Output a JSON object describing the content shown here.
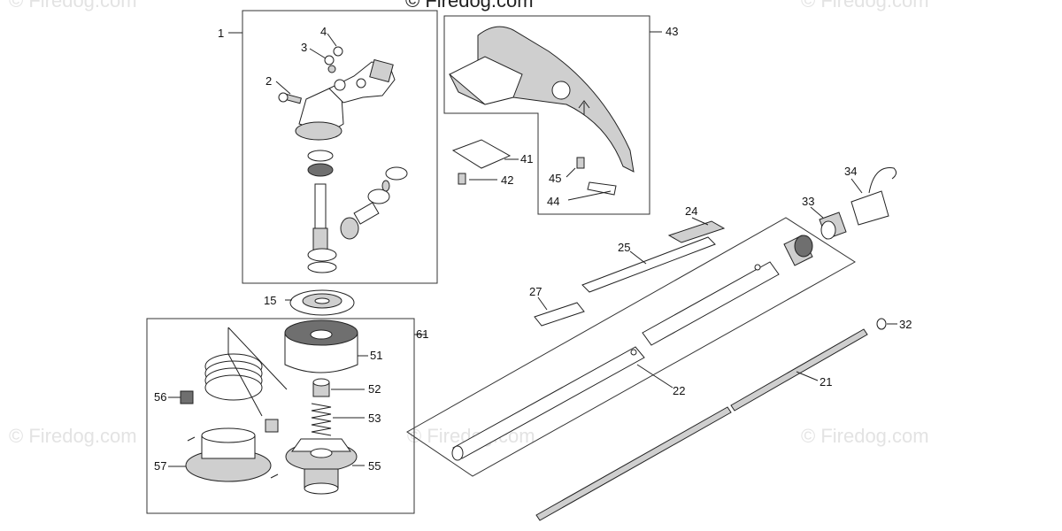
{
  "watermarks": {
    "top": "© Firedog.com",
    "corner": "© Firedog.com"
  },
  "callouts": {
    "c1": "1",
    "c2": "2",
    "c3": "3",
    "c4": "4",
    "c15": "15",
    "c21": "21",
    "c22": "22",
    "c24": "24",
    "c25": "25",
    "c27": "27",
    "c32": "32",
    "c33": "33",
    "c34": "34",
    "c41": "41",
    "c42": "42",
    "c43": "43",
    "c44": "44",
    "c45": "45",
    "c51": "51",
    "c52": "52",
    "c53": "53",
    "c55": "55",
    "c56": "56",
    "c57": "57",
    "c61": "61"
  }
}
